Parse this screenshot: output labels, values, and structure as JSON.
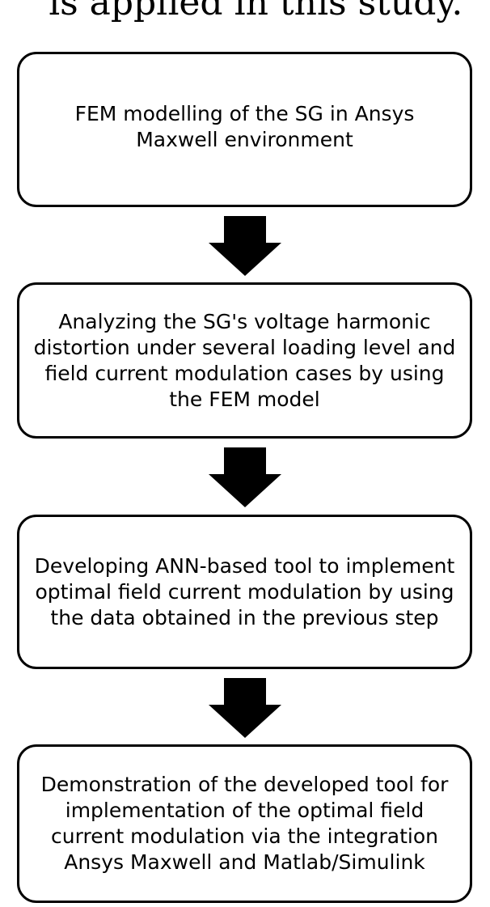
{
  "header_fragment": "is applied in this study.",
  "steps": [
    {
      "text": "FEM modelling of the SG in Ansys Maxwell environment"
    },
    {
      "text": "Analyzing the SG's voltage harmonic distortion under several loading level and field current modulation cases by using the FEM model"
    },
    {
      "text": "Developing ANN-based tool to implement optimal field current modulation by using the data obtained in the previous step"
    },
    {
      "text": "Demonstration of the developed tool for implementation of the optimal field current modulation via the integration Ansys Maxwell and Matlab/Simulink"
    }
  ],
  "colors": {
    "border": "#000000",
    "arrow": "#000000",
    "background": "#ffffff"
  },
  "icons": {
    "arrow": "down-arrow-icon"
  }
}
